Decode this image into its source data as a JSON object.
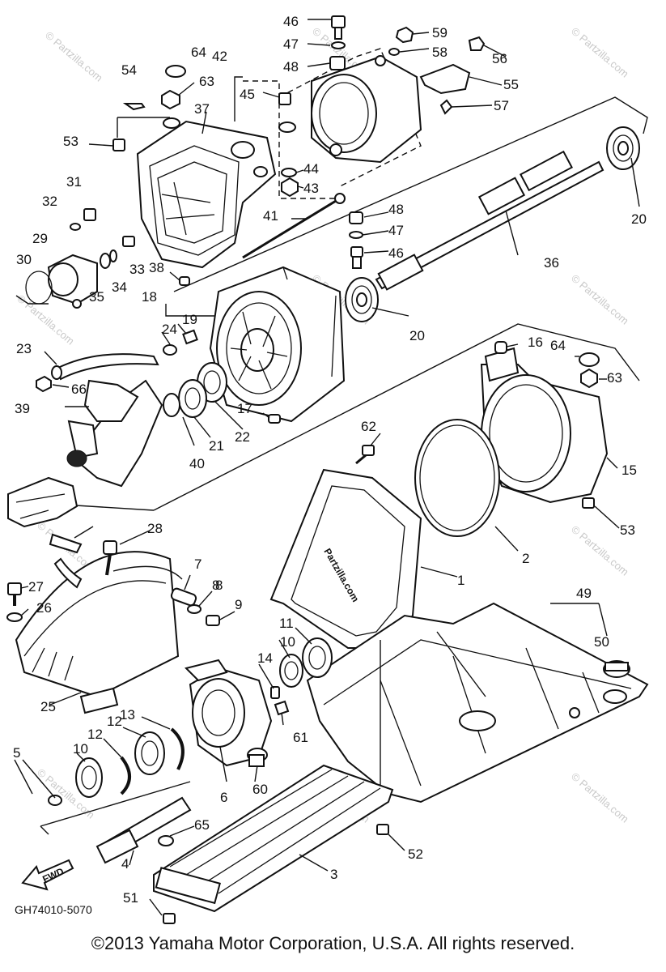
{
  "diagram": {
    "callouts": [
      "1",
      "2",
      "3",
      "4",
      "5",
      "6",
      "7",
      "8",
      "8",
      "9",
      "10",
      "10",
      "11",
      "12",
      "12",
      "13",
      "14",
      "15",
      "16",
      "17",
      "18",
      "19",
      "20",
      "20",
      "21",
      "22",
      "23",
      "24",
      "25",
      "26",
      "27",
      "28",
      "29",
      "30",
      "31",
      "32",
      "33",
      "34",
      "35",
      "36",
      "37",
      "38",
      "39",
      "40",
      "41",
      "42",
      "43",
      "44",
      "45",
      "46",
      "46",
      "47",
      "47",
      "48",
      "48",
      "49",
      "50",
      "51",
      "52",
      "53",
      "53",
      "54",
      "55",
      "56",
      "57",
      "58",
      "59",
      "60",
      "61",
      "62",
      "63",
      "63",
      "64",
      "64",
      "65",
      "66"
    ],
    "watermark": "© Partzilla.com",
    "diagram_code": "GH74010-5070",
    "fwd_label": "FWD",
    "stamp_text": "Partzilla.com"
  },
  "footer": {
    "copyright": "©2013  Yamaha Motor Corporation, U.S.A. All rights reserved."
  }
}
